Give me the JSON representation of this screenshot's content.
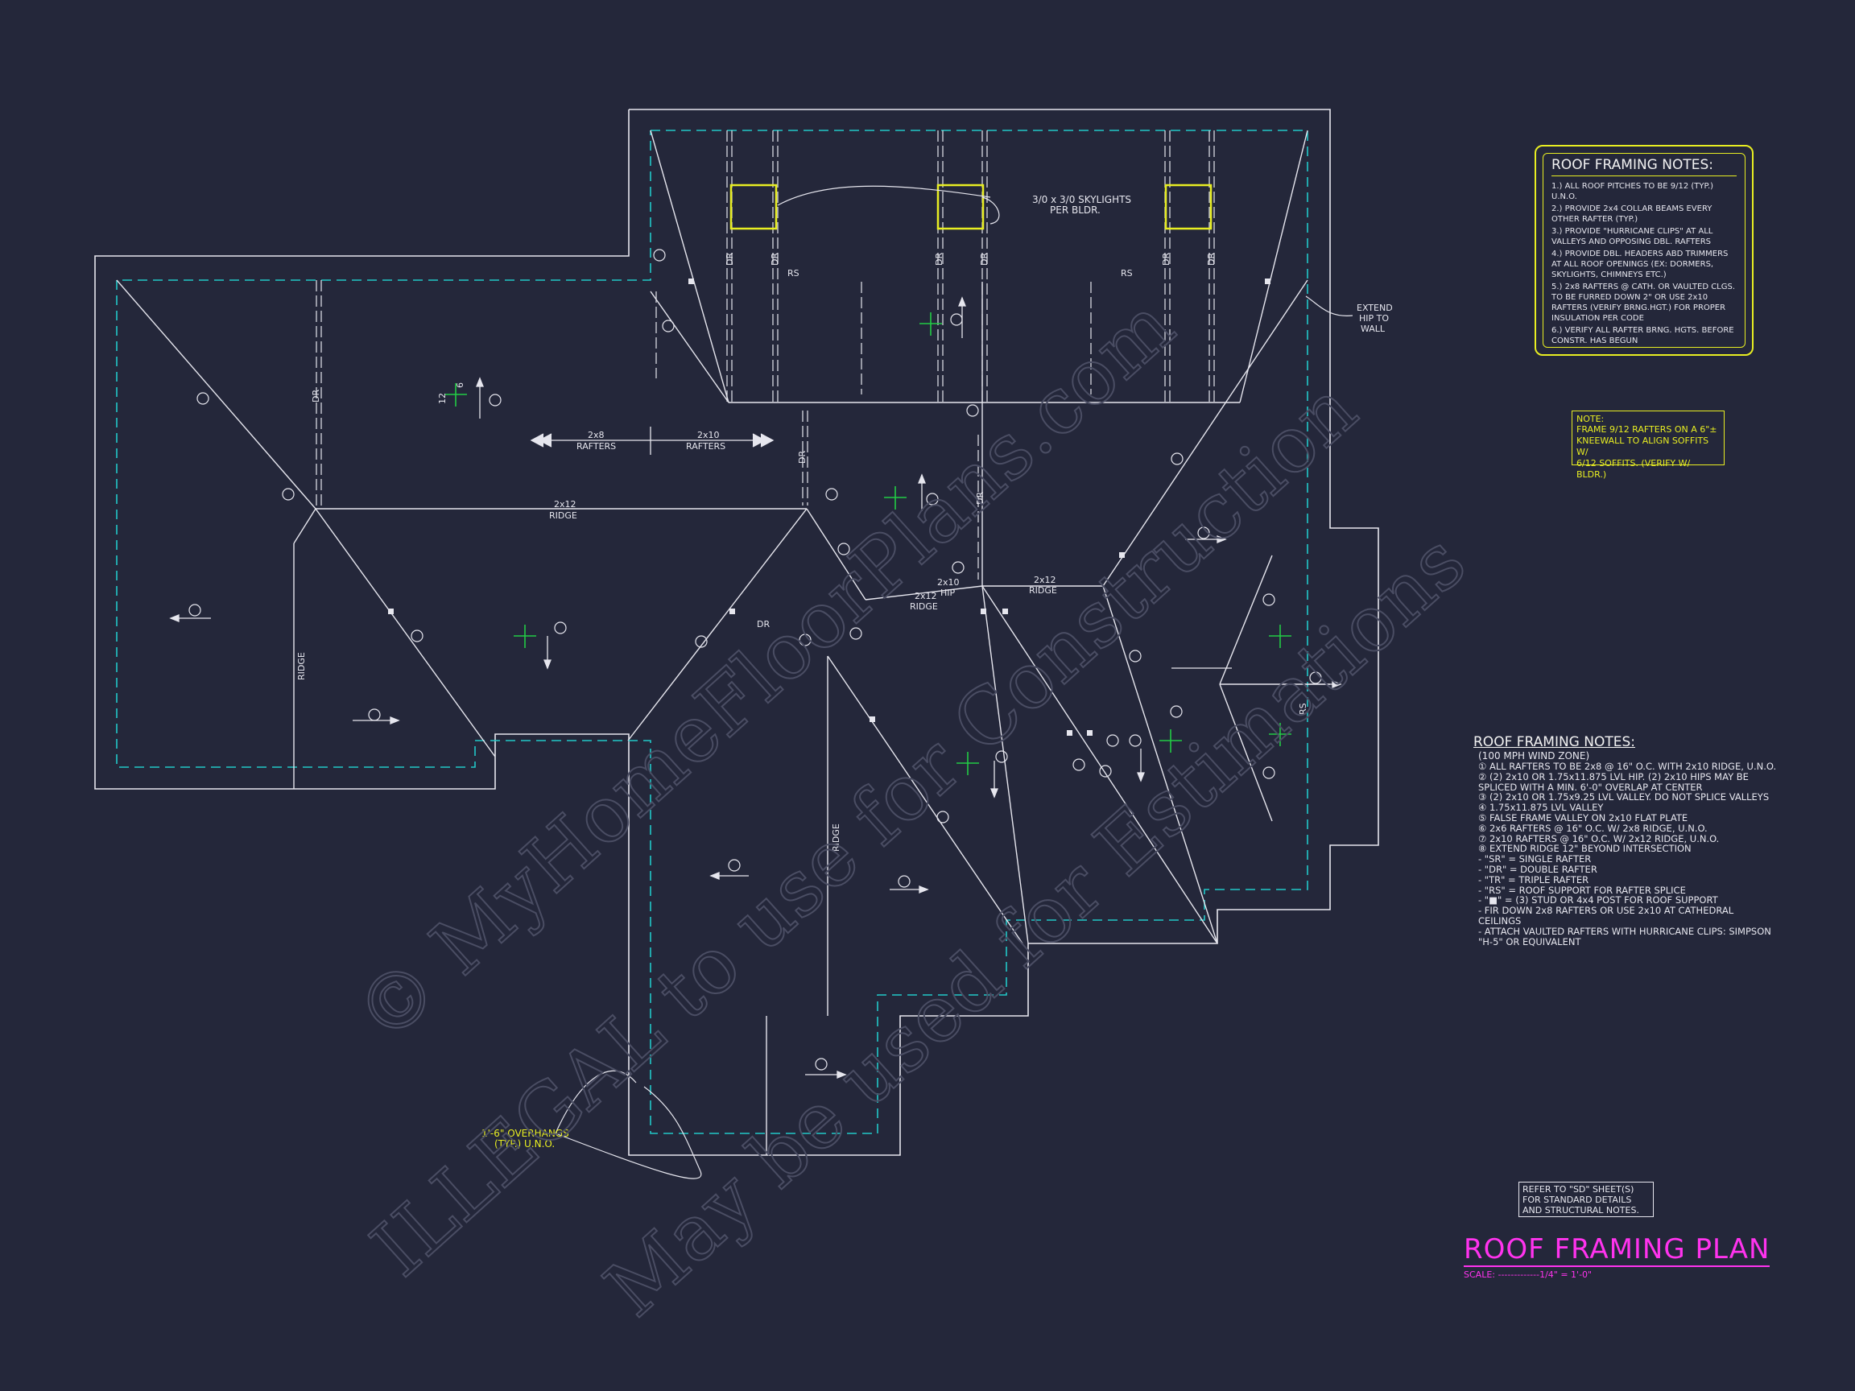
{
  "colors": {
    "background": "#24273a",
    "line": "#e6e6ee",
    "overhang": "#22c8c8",
    "skylight": "#e8ee22",
    "notes_border": "#e8ee22",
    "title": "#ff33ee",
    "pitch": "#22cc44"
  },
  "labels": {
    "skylights": "3/0 x 3/0 SKYLIGHTS",
    "skylights2": "PER BLDR.",
    "extend_hip": "EXTEND",
    "extend_hip2": "HIP TO",
    "extend_hip3": "WALL",
    "rafters_2x8": "2x8",
    "rafters_2x8b": "RAFTERS",
    "rafters_2x10": "2x10",
    "rafters_2x10b": "RAFTERS",
    "ridge_2x12": "2x12",
    "ridge_word": "RIDGE",
    "hip_2x10": "2x10",
    "hip_word": "HIP",
    "dr": "DR",
    "rs": "RS",
    "overhang1": "1'-6\" OVERHANGS",
    "overhang2": "(TYP.) U.N.O.",
    "pitch_12": "12",
    "pitch_6": "6"
  },
  "notes1": {
    "title": "ROOF FRAMING NOTES:",
    "items": [
      "1.) ALL ROOF PITCHES TO BE 9/12 (TYP.) U.N.O.",
      "2.) PROVIDE 2x4 COLLAR BEAMS EVERY OTHER RAFTER (TYP.)",
      "3.) PROVIDE \"HURRICANE CLIPS\" AT ALL VALLEYS AND OPPOSING DBL. RAFTERS",
      "4.) PROVIDE DBL. HEADERS ABD TRIMMERS AT ALL ROOF OPENINGS (EX: DORMERS, SKYLIGHTS, CHIMNEYS ETC.)",
      "5.) 2x8 RAFTERS @ CATH. OR VAULTED CLGS. TO BE FURRED DOWN 2\" OR USE 2x10 RAFTERS (VERIFY BRNG.HGT.) FOR PROPER INSULATION PER CODE",
      "6.) VERIFY ALL RAFTER BRNG. HGTS. BEFORE CONSTR. HAS BEGUN"
    ]
  },
  "note2": {
    "heading": "NOTE:",
    "lines": [
      "FRAME 9/12 RAFTERS ON A 6\"±",
      "KNEEWALL TO ALIGN SOFFITS W/",
      "6/12 SOFFITS. (VERIFY W/ BLDR.)"
    ]
  },
  "notes2": {
    "title": "ROOF FRAMING NOTES:",
    "subtitle": "(100 MPH WIND ZONE)",
    "items": [
      "① ALL RAFTERS TO BE 2x8 @ 16\" O.C. WITH 2x10 RIDGE, U.N.O.",
      "② (2) 2x10 OR 1.75x11.875 LVL HIP. (2) 2x10 HIPS MAY BE SPLICED WITH A MIN. 6'-0\" OVERLAP AT CENTER",
      "③ (2) 2x10 OR 1.75x9.25 LVL VALLEY. DO NOT SPLICE VALLEYS",
      "④ 1.75x11.875 LVL VALLEY",
      "⑤ FALSE FRAME VALLEY ON 2x10 FLAT PLATE",
      "⑥ 2x6 RAFTERS @ 16\" O.C. W/ 2x8 RIDGE, U.N.O.",
      "⑦ 2x10 RAFTERS @ 16\" O.C. W/ 2x12 RIDGE, U.N.O.",
      "⑧ EXTEND RIDGE 12\" BEYOND INTERSECTION",
      "- \"SR\" = SINGLE RAFTER",
      "- \"DR\" = DOUBLE RAFTER",
      "- \"TR\" = TRIPLE RAFTER",
      "- \"RS\" = ROOF SUPPORT FOR RAFTER SPLICE",
      "- \"■\" = (3) STUD OR 4x4 POST FOR ROOF SUPPORT",
      "- FIR DOWN 2x8 RAFTERS OR USE 2x10 AT CATHEDRAL CEILINGS",
      "- ATTACH VAULTED RAFTERS WITH HURRICANE CLIPS: SIMPSON \"H-5\" OR EQUIVALENT"
    ]
  },
  "refer": {
    "lines": [
      "REFER TO \"SD\" SHEET(S)",
      "FOR STANDARD DETAILS",
      "AND STRUCTURAL NOTES."
    ]
  },
  "title_block": {
    "title": "ROOF FRAMING PLAN",
    "scale": "SCALE: -------------1/4\" = 1'-0\""
  },
  "watermark": {
    "line1": "© MyHomeFloorPlans.com",
    "line2": "ILLEGAL to use for Construction",
    "line3": "May be used for Estimations"
  }
}
